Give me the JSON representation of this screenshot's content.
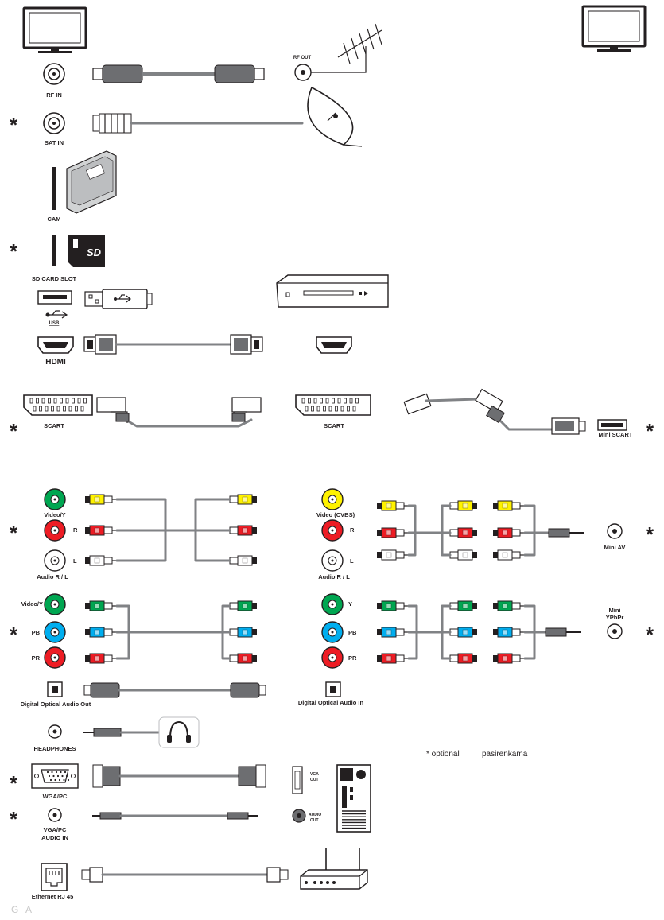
{
  "labels": {
    "rf_in": "RF IN",
    "rf_out": "RF OUT",
    "sat_in": "SAT IN",
    "cam": "CAM",
    "sd_card_slot": "SD CARD SLOT",
    "sd_logo": "SD",
    "usb": "USB",
    "hdmi_logo": "HDMI",
    "scart_left": "SCART",
    "scart_right": "SCART",
    "mini_scart": "Mini SCART",
    "video_y": "Video/Y",
    "r": "R",
    "l": "L",
    "audio_rl_left": "Audio R / L",
    "video_cvbs": "Video (CVBS)",
    "r_right": "R",
    "l_right": "L",
    "audio_rl_right": "Audio R / L",
    "mini_av": "Mini AV",
    "video_y_2": "Video/Y",
    "pb": "PB",
    "pr": "PR",
    "y_right": "Y",
    "pb_right": "PB",
    "pr_right": "PR",
    "mini_ypbpr_1": "Mini",
    "mini_ypbpr_2": "YPbPr",
    "optical_out": "Digital Optical Audio Out",
    "optical_in": "Digital Optical Audio In",
    "headphones": "HEADPHONES",
    "optional_note": "* optional",
    "optional_note_tr": "pasirenkama",
    "wga_pc": "WGA/PC",
    "vga_out_1": "VGA",
    "vga_out_2": "OUT",
    "vga_pc_audio_1": "VGA/PC",
    "vga_pc_audio_2": "AUDIO IN",
    "audio_out_1": "AUDIO",
    "audio_out_2": "OUT",
    "ethernet": "Ethernet RJ 45",
    "asterisk": "*"
  },
  "colors": {
    "ink": "#231f20",
    "cable": "#808285",
    "video_yellow": "#fff200",
    "audio_red": "#ed1c24",
    "audio_white": "#ffffff",
    "green": "#00a651",
    "blue": "#00aeef"
  }
}
